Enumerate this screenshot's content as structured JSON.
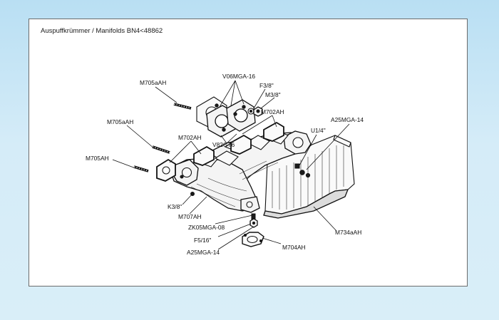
{
  "page": {
    "title": "Auspuffkrümmer / Manifolds BN4<48862"
  },
  "labels": {
    "v06mga16": "V06MGA-16",
    "m705aah_top": "M705aAH",
    "f38": "F3/8\"",
    "m38": "M3/8\"",
    "m702ah_right": "M702AH",
    "a25mga14_top": "A25MGA-14",
    "m705aah_mid": "M705aAH",
    "u14": "U1/4\"",
    "m702ah_left": "M702AH",
    "v82gt6": "V82GT6",
    "m705ah": "M705AH",
    "k38": "K3/8\"",
    "m707ah": "M707AH",
    "zk05mga08": "ZK05MGA-08",
    "f516": "F5/16\"",
    "a25mga14_bottom": "A25MGA-14",
    "m704ah": "M704AH",
    "m734aah": "M734aAH"
  },
  "colors": {
    "background_top": "#b9dff3",
    "background_bottom": "#d9eef8",
    "panel": "#ffffff",
    "ink": "#111111"
  }
}
